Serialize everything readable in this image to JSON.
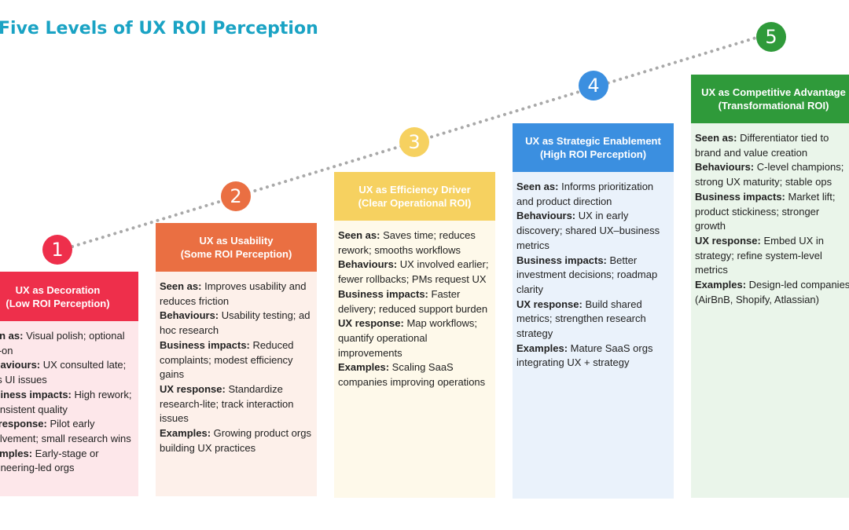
{
  "title": "Five Levels of UX ROI Perception",
  "levels": [
    {
      "number": "1",
      "color": "#ee2f4b",
      "body_bg": "#fde7ea",
      "heading": "UX as Decoration",
      "subheading": "(Low ROI Perception)",
      "seen_as_label": "Seen as:",
      "seen_as": "Visual polish; optional add-on",
      "behaviours_label": "Behaviours:",
      "behaviours": "UX consulted late; fixes UI issues",
      "impacts_label": "Business impacts:",
      "impacts": "High rework; inconsistent quality",
      "response_label": "UX response:",
      "response": "Pilot early involvement; small research wins",
      "examples_label": "Examples:",
      "examples": "Early-stage or engineering-led orgs"
    },
    {
      "number": "2",
      "color": "#ea6f42",
      "body_bg": "#fdf0ea",
      "heading": "UX as Usability",
      "subheading": "(Some ROI Perception)",
      "seen_as_label": "Seen as:",
      "seen_as": "Improves usability and reduces friction",
      "behaviours_label": "Behaviours:",
      "behaviours": "Usability testing; ad hoc research",
      "impacts_label": "Business impacts:",
      "impacts": "Reduced complaints; modest efficiency gains",
      "response_label": "UX response:",
      "response": "Standardize research-lite; track interaction issues",
      "examples_label": "Examples:",
      "examples": "Growing product orgs building UX practices"
    },
    {
      "number": "3",
      "color": "#f6d160",
      "body_bg": "#fef9ea",
      "heading": "UX as Efficiency Driver",
      "subheading": "(Clear Operational ROI)",
      "seen_as_label": "Seen as:",
      "seen_as": "Saves time; reduces rework; smooths workflows",
      "behaviours_label": "Behaviours:",
      "behaviours": "UX involved earlier; fewer rollbacks; PMs request UX",
      "impacts_label": "Business impacts:",
      "impacts": "Faster delivery; reduced support burden",
      "response_label": "UX response:",
      "response": "Map workflows; quantify operational improvements",
      "examples_label": "Examples:",
      "examples": "Scaling SaaS companies improving operations"
    },
    {
      "number": "4",
      "color": "#3b8fe0",
      "body_bg": "#eaf2fb",
      "heading": "UX as Strategic Enablement",
      "subheading": "(High ROI Perception)",
      "seen_as_label": "Seen as:",
      "seen_as": "Informs prioritization and product direction",
      "behaviours_label": "Behaviours:",
      "behaviours": "UX in early discovery; shared UX–business metrics",
      "impacts_label": "Business impacts:",
      "impacts": "Better investment decisions; roadmap clarity",
      "response_label": "UX response:",
      "response": "Build shared metrics; strengthen research strategy",
      "examples_label": "Examples:",
      "examples": "Mature SaaS orgs integrating UX + strategy"
    },
    {
      "number": "5",
      "color": "#2f9a3a",
      "body_bg": "#eaf5ea",
      "heading": "UX as Competitive Advantage",
      "subheading": "(Transformational ROI)",
      "seen_as_label": "Seen as:",
      "seen_as": "Differentiator tied to brand and value creation",
      "behaviours_label": "Behaviours:",
      "behaviours": "C-level champions; strong UX maturity; stable ops",
      "impacts_label": "Business impacts:",
      "impacts": "Market lift; product stickiness; stronger growth",
      "response_label": "UX response:",
      "response": "Embed UX in strategy; refine system-level metrics",
      "examples_label": "Examples:",
      "examples": "Design-led companies (AirBnB, Shopify, Atlassian)"
    }
  ]
}
